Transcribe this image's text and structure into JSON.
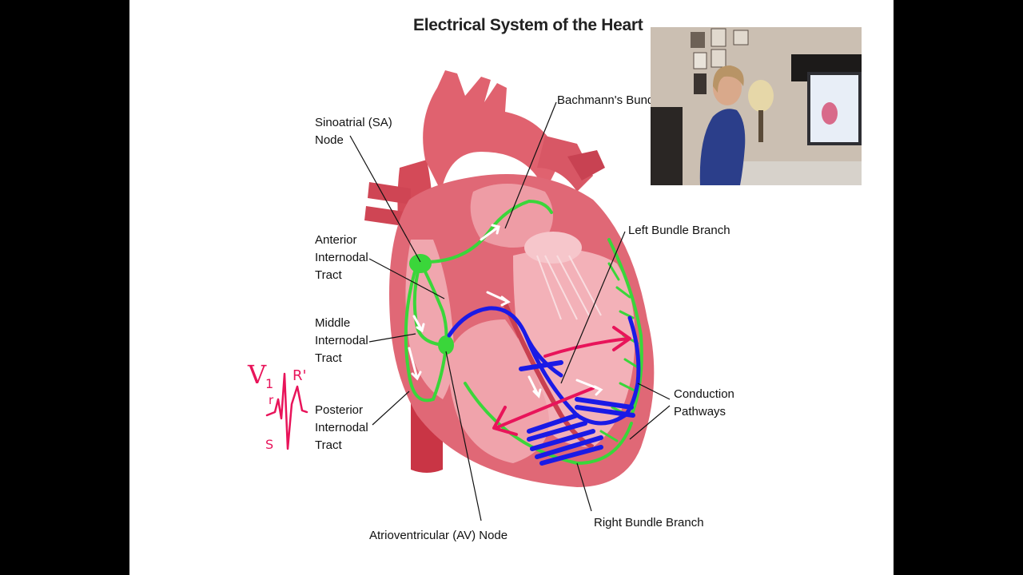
{
  "slide": {
    "title": "Electrical System of the Heart",
    "labels": {
      "sa_node": [
        "Sinoatrial (SA)",
        "Node"
      ],
      "bachmann": "Bachmann's Bundle",
      "anterior": [
        "Anterior",
        "Internodal",
        "Tract"
      ],
      "middle": [
        "Middle",
        "Internodal",
        "Tract"
      ],
      "posterior": [
        "Posterior",
        "Internodal",
        "Tract"
      ],
      "left_bundle": "Left Bundle Branch",
      "conduction": [
        "Conduction",
        "Pathways"
      ],
      "av_node": "Atrioventricular (AV) Node",
      "right_bundle": "Right Bundle Branch"
    },
    "annotation": {
      "lead": "V",
      "lead_sub": "1",
      "r": "r",
      "r_prime": "R'",
      "s": "S"
    }
  },
  "colors": {
    "conduction_green": "#3ad63a",
    "conduction_blue": "#1a1ae6",
    "annotation_pink": "#e8145a",
    "heart_red": "#d9596a"
  }
}
